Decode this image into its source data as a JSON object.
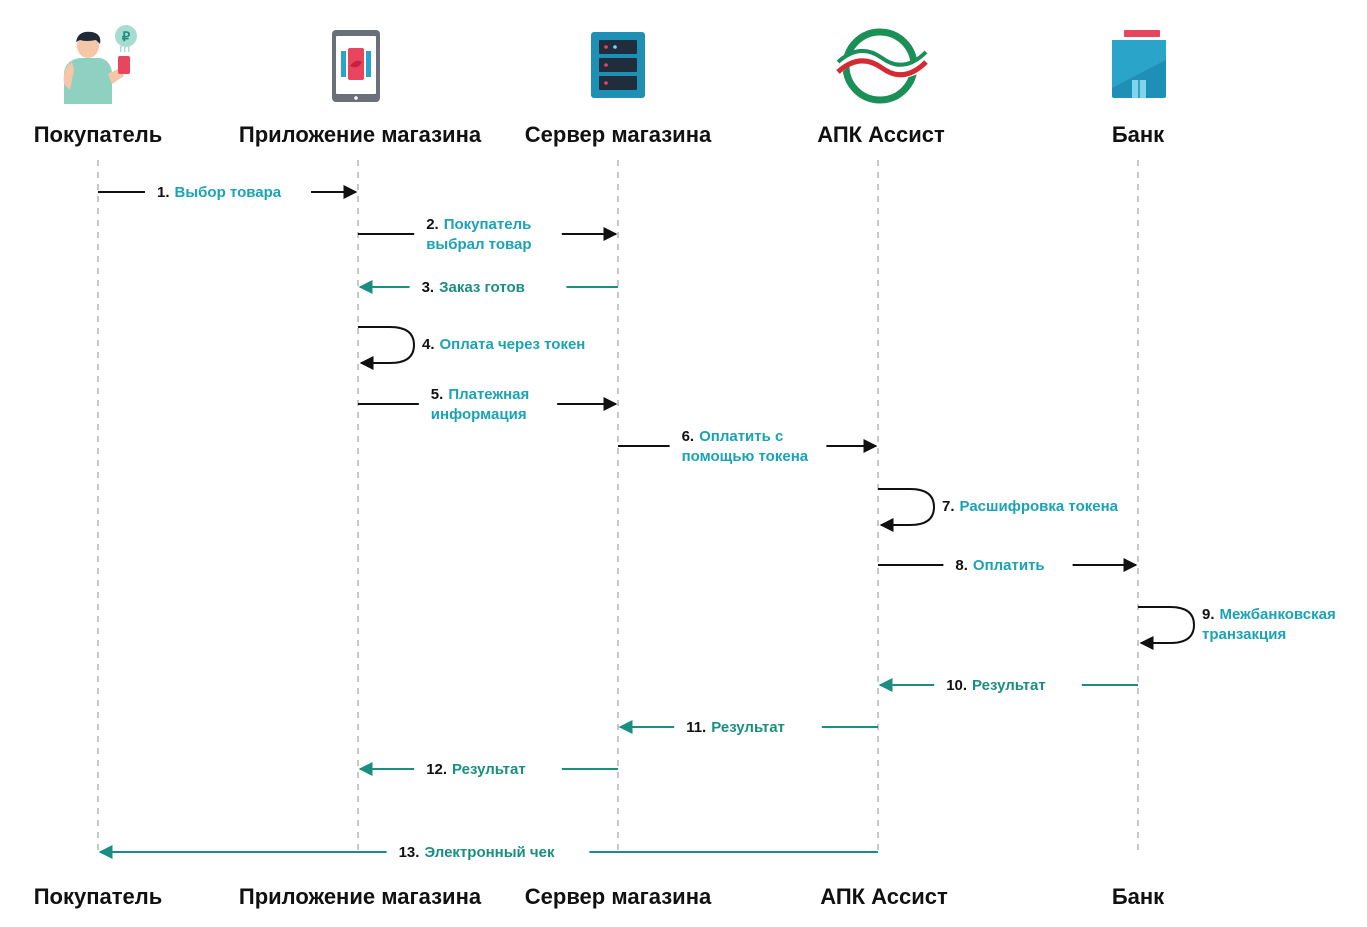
{
  "colors": {
    "request_arrow": "#111111",
    "response_arrow": "#1a8f80",
    "label_request": "#1aa3b6",
    "label_response": "#1a8f80",
    "lifeline": "#b5b5b5"
  },
  "actors": [
    {
      "id": "buyer",
      "label": "Покупатель",
      "icon": "person-with-phone-icon"
    },
    {
      "id": "app",
      "label": "Приложение магазина",
      "icon": "tablet-icon"
    },
    {
      "id": "server",
      "label": "Сервер магазина",
      "icon": "server-icon"
    },
    {
      "id": "assist",
      "label": "АПК Ассист",
      "icon": "assist-logo-icon"
    },
    {
      "id": "bank",
      "label": "Банк",
      "icon": "bank-building-icon"
    }
  ],
  "messages": [
    {
      "num": "1.",
      "lines": [
        "Выбор товара"
      ],
      "from": "buyer",
      "to": "app",
      "kind": "request"
    },
    {
      "num": "2.",
      "lines": [
        "Покупатель",
        "выбрал товар"
      ],
      "from": "app",
      "to": "server",
      "kind": "request"
    },
    {
      "num": "3.",
      "lines": [
        "Заказ готов"
      ],
      "from": "server",
      "to": "app",
      "kind": "response"
    },
    {
      "num": "4.",
      "lines": [
        "Оплата через токен"
      ],
      "from": "app",
      "to": "app",
      "kind": "self"
    },
    {
      "num": "5.",
      "lines": [
        "Платежная",
        "информация"
      ],
      "from": "app",
      "to": "server",
      "kind": "request"
    },
    {
      "num": "6.",
      "lines": [
        "Оплатить с",
        "помощью токена"
      ],
      "from": "server",
      "to": "assist",
      "kind": "request"
    },
    {
      "num": "7.",
      "lines": [
        "Расшифровка токена"
      ],
      "from": "assist",
      "to": "assist",
      "kind": "self"
    },
    {
      "num": "8.",
      "lines": [
        "Оплатить"
      ],
      "from": "assist",
      "to": "bank",
      "kind": "request"
    },
    {
      "num": "9.",
      "lines": [
        "Межбанковская",
        "транзакция"
      ],
      "from": "bank",
      "to": "bank",
      "kind": "self"
    },
    {
      "num": "10.",
      "lines": [
        "Результат"
      ],
      "from": "bank",
      "to": "assist",
      "kind": "response"
    },
    {
      "num": "11.",
      "lines": [
        "Результат"
      ],
      "from": "assist",
      "to": "server",
      "kind": "response"
    },
    {
      "num": "12.",
      "lines": [
        "Результат"
      ],
      "from": "server",
      "to": "app",
      "kind": "response"
    },
    {
      "num": "13.",
      "lines": [
        "Электронный чек"
      ],
      "from": "assist",
      "to": "buyer",
      "kind": "response"
    }
  ]
}
